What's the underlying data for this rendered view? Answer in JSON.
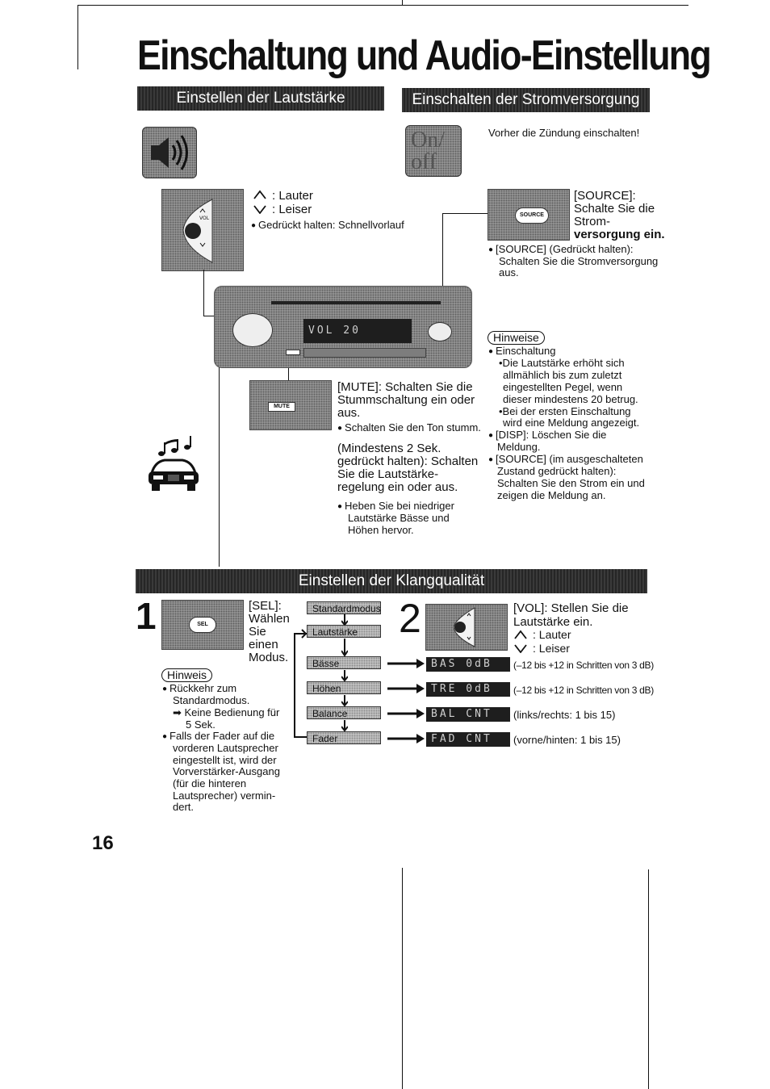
{
  "page": {
    "title": "Einschaltung und Audio-Einstellung",
    "page_number": "16"
  },
  "sections": {
    "volume": "Einstellen der Lautstärke",
    "power": "Einschalten der Stromversorgung",
    "sound": "Einstellen der Klangqualität"
  },
  "icons": {
    "speaker": "speaker-icon",
    "onoff_label": "On/ off"
  },
  "volume": {
    "up": ": Lauter",
    "down": ": Leiser",
    "hold": "Gedrückt halten: Schnellvorlauf",
    "knob_label": "VOL"
  },
  "power": {
    "intro": "Vorher die Zündung einschalten!",
    "source_label": "SOURCE",
    "source_title": "[SOURCE]:",
    "source_lines": [
      "Schalte Sie die",
      "Strom-",
      "versorgung ein."
    ],
    "source_hold_lines": [
      "[SOURCE] (Gedrückt halten):",
      "Schalten Sie die Stromversorgung",
      "aus."
    ]
  },
  "display": {
    "lcd": "VOL 20"
  },
  "mute": {
    "button_label": "MUTE",
    "title_lines": [
      "[MUTE]: Schalten Sie die",
      "Stummschaltung ein oder",
      "aus."
    ],
    "note": "Schalten Sie den Ton stumm.",
    "hold_lines": [
      "(Mindestens 2 Sek.",
      "gedrückt halten): Schalten",
      "Sie die Lautstärke-",
      "regelung ein oder aus."
    ],
    "hold_note_lines": [
      "Heben Sie bei niedriger",
      "Lautstärke Bässe und",
      "Höhen hervor."
    ]
  },
  "hinweise": {
    "label": "Hinweise",
    "lines": [
      "Einschaltung",
      "•Die Lautstärke erhöht sich",
      "allmählich bis zum zuletzt",
      "eingestellten Pegel, wenn",
      "dieser mindestens 20 betrug.",
      "•Bei der ersten Einschaltung",
      "wird eine Meldung angezeigt.",
      "[DISP]: Löschen Sie die",
      "Meldung.",
      "[SOURCE] (im ausgeschalteten",
      "Zustand gedrückt halten):",
      "Schalten Sie den Strom ein und",
      "zeigen die Meldung an."
    ]
  },
  "sound": {
    "step1": "1",
    "step2": "2",
    "sel_label": "SEL",
    "sel_lines": [
      "[SEL]:",
      "Wählen",
      "Sie",
      "einen",
      "Modus."
    ],
    "hinweis_label": "Hinweis",
    "hinweis_lines": [
      "Rückkehr zum",
      "Standardmodus.",
      "Keine Bedienung für",
      "5 Sek.",
      "Falls der Fader auf die",
      "vorderen Lautsprecher",
      "eingestellt ist, wird der",
      "Vorverstärker-Ausgang",
      "(für die hinteren",
      "Lautsprecher) vermin-",
      "dert."
    ],
    "modes": [
      "Standardmodus",
      "Lautstärke",
      "Bässe",
      "Höhen",
      "Balance",
      "Fader"
    ],
    "vol_title": [
      "[VOL]: Stellen Sie die",
      "Lautstärke ein."
    ],
    "vol_up": ": Lauter",
    "vol_down": ": Leiser",
    "rows": [
      {
        "lcd": "BAS  0dB",
        "desc": "(–12 bis +12 in Schritten von 3 dB)"
      },
      {
        "lcd": "TRE  0dB",
        "desc": "(–12 bis +12 in Schritten von 3 dB)"
      },
      {
        "lcd": "BAL CNT",
        "desc": "(links/rechts: 1 bis 15)"
      },
      {
        "lcd": "FAD CNT",
        "desc": "(vorne/hinten: 1 bis 15)"
      }
    ]
  }
}
